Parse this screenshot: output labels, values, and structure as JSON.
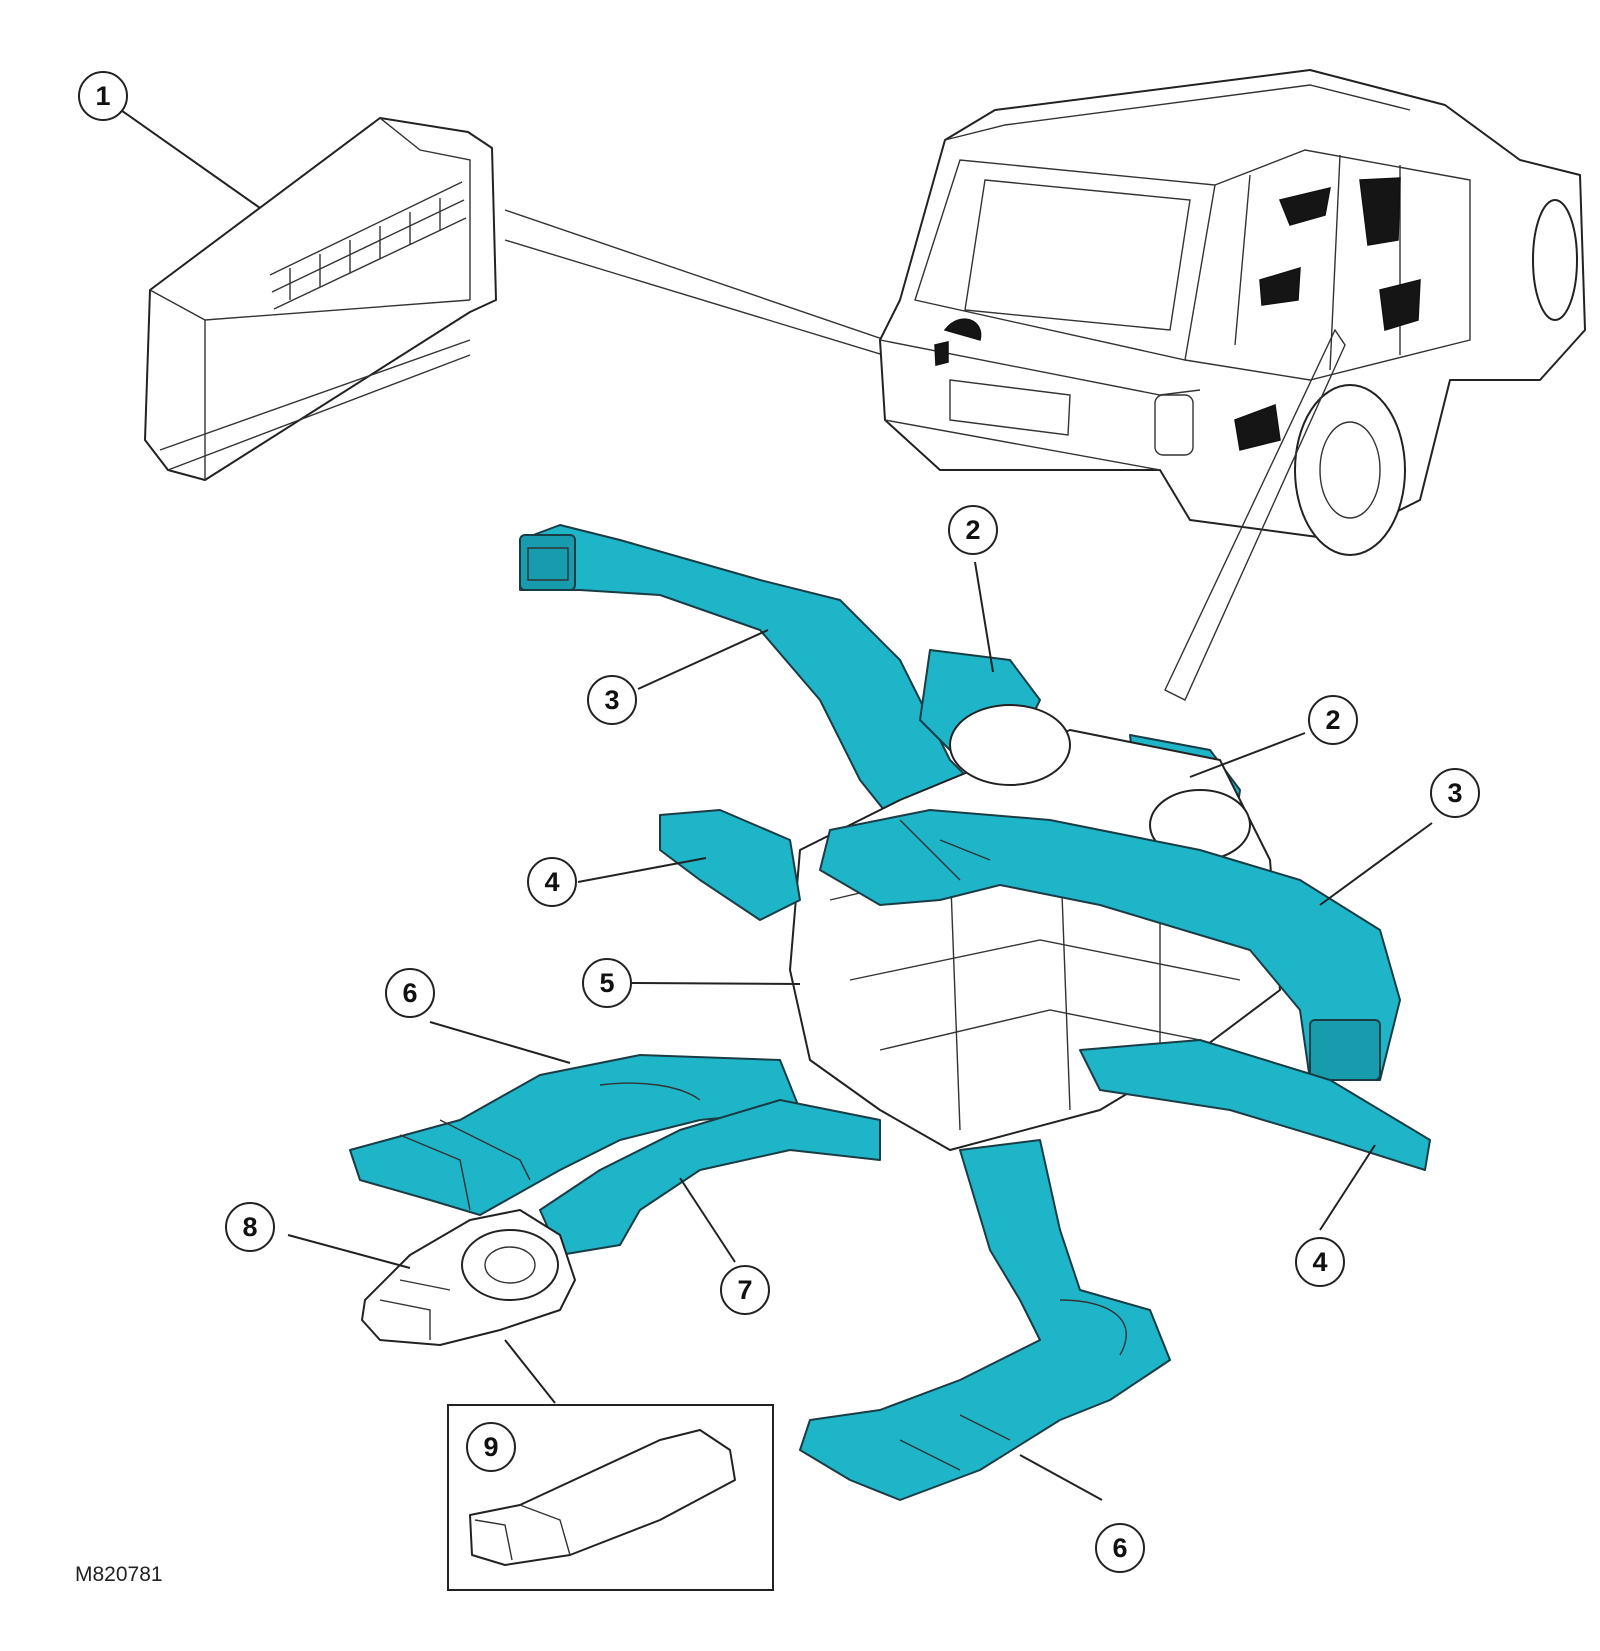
{
  "colors": {
    "duct": "#1fb5c9",
    "duct_shade": "#179cae",
    "line": "#222222"
  },
  "callouts": [
    {
      "id": "c1",
      "label": "1"
    },
    {
      "id": "c2a",
      "label": "2"
    },
    {
      "id": "c2b",
      "label": "2"
    },
    {
      "id": "c3a",
      "label": "3"
    },
    {
      "id": "c3b",
      "label": "3"
    },
    {
      "id": "c4a",
      "label": "4"
    },
    {
      "id": "c4b",
      "label": "4"
    },
    {
      "id": "c5",
      "label": "5"
    },
    {
      "id": "c6a",
      "label": "6"
    },
    {
      "id": "c6b",
      "label": "6"
    },
    {
      "id": "c7",
      "label": "7"
    },
    {
      "id": "c8",
      "label": "8"
    },
    {
      "id": "c9",
      "label": "9"
    }
  ],
  "reference_code": "M820781"
}
